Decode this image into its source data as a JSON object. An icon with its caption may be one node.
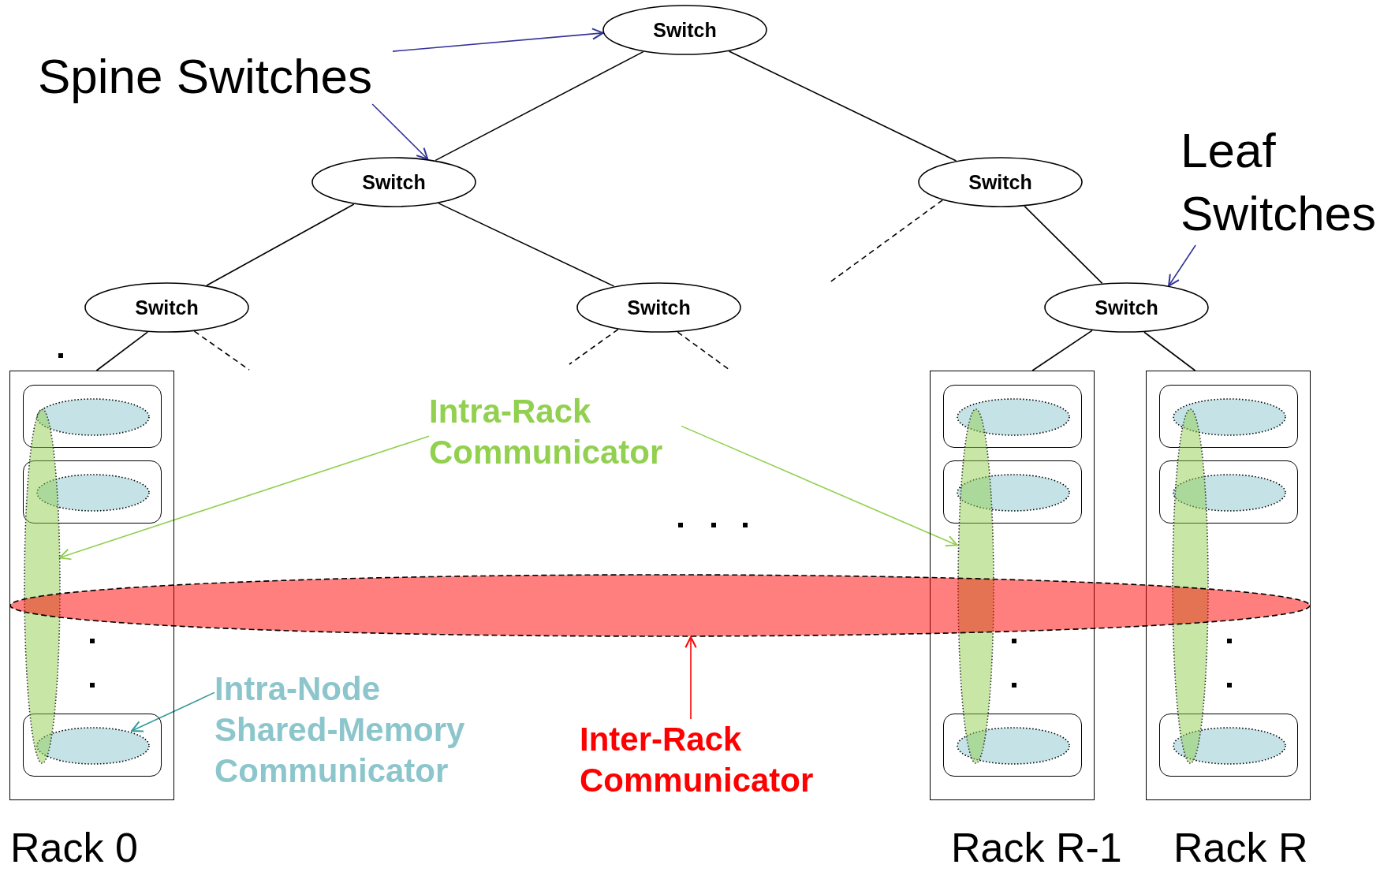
{
  "diagram": {
    "nodes": [
      {
        "text": [
          "Switch"
        ]
      },
      {
        "text": [
          "Switch"
        ]
      },
      {
        "text": [
          "Switch"
        ]
      },
      {
        "text": [
          "Switch"
        ]
      },
      {
        "text": [
          "Switch"
        ]
      },
      {
        "text": [
          "Switch"
        ]
      },
      {
        "text": [
          "Spine Switches"
        ]
      },
      {
        "text": [
          "Leaf Switches"
        ]
      },
      {
        "text": [
          "Intra-Rack Communicator"
        ]
      },
      {
        "text": [
          "Intra-Node Shared-Memory Communicator"
        ]
      },
      {
        "text": [
          "Inter-Rack Communicator"
        ]
      },
      {
        "text": [
          "Rack 0"
        ]
      },
      {
        "text": [],
        "shape": "ellipse",
        "in": 11
      },
      {
        "text": [],
        "shape": "box",
        "in": 11
      },
      {
        "text": [],
        "shape": "ellipse",
        "in": 13
      },
      {
        "text": [],
        "shape": "box",
        "in": 11
      },
      {
        "text": [],
        "shape": "ellipse",
        "in": 15
      },
      {
        "text": [],
        "shape": "box",
        "in": 11
      },
      {
        "text": [],
        "shape": "ellipse",
        "in": 17
      },
      {
        "text": [
          "Rack R-1"
        ]
      },
      {
        "text": [],
        "shape": "ellipse",
        "in": 19
      },
      {
        "text": [],
        "shape": "box",
        "in": 19
      },
      {
        "text": [],
        "shape": "ellipse",
        "in": 21
      },
      {
        "text": [],
        "shape": "box",
        "in": 19
      },
      {
        "text": [],
        "shape": "ellipse",
        "in": 23
      },
      {
        "text": [],
        "shape": "box",
        "in": 19
      },
      {
        "text": [],
        "shape": "ellipse",
        "in": 25
      },
      {
        "text": [
          "Rack R"
        ]
      },
      {
        "text": [],
        "shape": "ellipse",
        "in": 27
      },
      {
        "text": [],
        "shape": "box",
        "in": 27
      },
      {
        "text": [],
        "shape": "ellipse",
        "in": 29
      },
      {
        "text": [],
        "shape": "box",
        "in": 27
      },
      {
        "text": [],
        "shape": "ellipse",
        "in": 31
      },
      {
        "text": [],
        "shape": "box",
        "in": 27
      },
      {
        "text": [],
        "shape": "ellipse",
        "in": 33
      },
      {
        "text": [],
        "shape": "ellipse"
      }
    ],
    "edges": [
      {
        "from": 0,
        "to": 1,
        "arrow": "none"
      },
      {
        "from": 0,
        "to": 2,
        "arrow": "none"
      },
      {
        "from": 1,
        "to": 3,
        "arrow": "none"
      },
      {
        "from": 1,
        "to": 4,
        "arrow": "none"
      },
      {
        "from": 2,
        "to": 5,
        "arrow": "none"
      },
      {
        "from": 3,
        "to": 11,
        "arrow": "none"
      },
      {
        "from": 5,
        "to": 19,
        "arrow": "none"
      },
      {
        "from": 5,
        "to": 27,
        "arrow": "none"
      },
      {
        "from": 3,
        "to": null,
        "arrow": "none",
        "style": "dashed"
      },
      {
        "from": 4,
        "to": null,
        "arrow": "none",
        "style": "dashed"
      },
      {
        "from": 4,
        "to": null,
        "arrow": "none",
        "style": "dashed"
      },
      {
        "from": 2,
        "to": null,
        "arrow": "none",
        "style": "dashed"
      },
      {
        "from": 6,
        "to": 0,
        "arrow": "to",
        "color": "#333399"
      },
      {
        "from": 6,
        "to": 1,
        "arrow": "to",
        "color": "#333399"
      },
      {
        "from": 7,
        "to": 5,
        "arrow": "to",
        "color": "#333399"
      },
      {
        "from": 8,
        "to": 12,
        "arrow": "to",
        "color": "#92d050"
      },
      {
        "from": 8,
        "to": 20,
        "arrow": "to",
        "color": "#92d050"
      },
      {
        "from": 9,
        "to": 18,
        "arrow": "to",
        "color": "#339999"
      },
      {
        "from": 10,
        "to": 35,
        "arrow": "to",
        "color": "#ff0000"
      }
    ]
  }
}
